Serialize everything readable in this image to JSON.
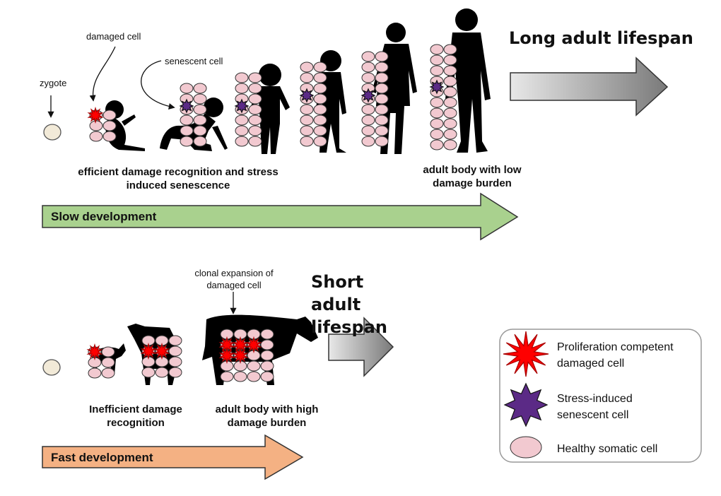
{
  "top": {
    "zygote_label": "zygote",
    "damaged_cell_label": "damaged cell",
    "senescent_cell_label": "senescent cell",
    "caption_left": "efficient damage recognition and stress induced senescence",
    "caption_right": "adult body with low damage burden",
    "outcome": "Long adult lifespan",
    "arrow_label": "Slow development",
    "arrow_color": "#a9d18e"
  },
  "bottom": {
    "clonal_label": "clonal expansion of damaged cell",
    "caption_left": "Inefficient damage recognition",
    "caption_right": "adult body with high damage burden",
    "outcome": "Short adult lifespan",
    "arrow_label": "Fast development",
    "arrow_color": "#f4b183"
  },
  "legend": {
    "items": [
      {
        "label": "Proliferation competent damaged cell",
        "icon": "red-burst-icon",
        "color": "#ff0000"
      },
      {
        "label": "Stress-induced senescent cell",
        "icon": "purple-star-icon",
        "color": "#5b2a86"
      },
      {
        "label": "Healthy somatic cell",
        "icon": "pink-oval-icon",
        "color": "#f2c9d0"
      }
    ]
  }
}
